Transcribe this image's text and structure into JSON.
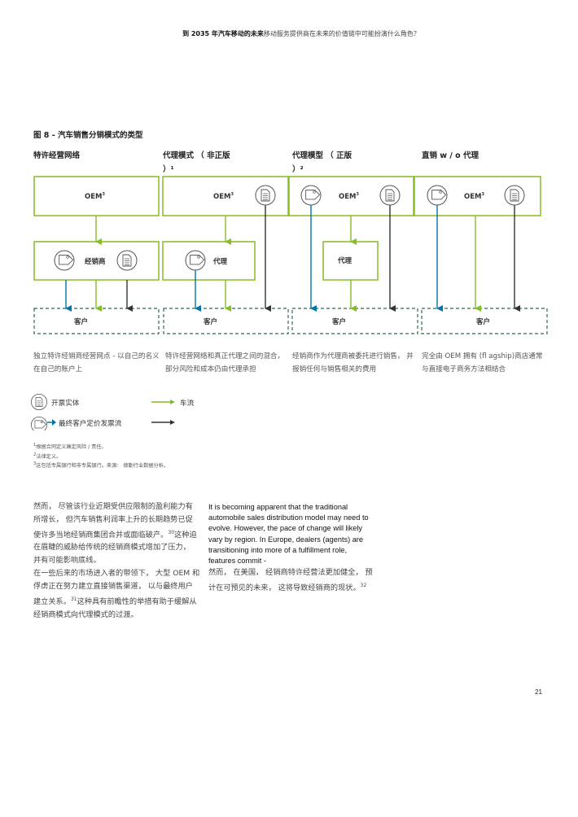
{
  "header": {
    "bold": "到 2035 年汽车移动的未来",
    "rest": "移动服务提供商在未来的价值链中可能扮演什么角色？"
  },
  "figure": {
    "title": "图 8 - 汽车销售分销模式的类型",
    "columns": [
      {
        "title": "特许经营网络",
        "title2": "",
        "desc": "独立特许经销商经营网点 - 以自己的名义在自己的账户上"
      },
      {
        "title": "代理模式 （ 非正版",
        "title2": "）¹",
        "desc": "特许经营网络和真正代理之间的混合， 部分风险和成本仍由代理承担"
      },
      {
        "title": "代理模型 （ 正版",
        "title2": "）²",
        "desc": "经销商作为代理商被委托进行销售， 并报销任何与销售相关的费用"
      },
      {
        "title": "直销 w / o 代理",
        "title2": "",
        "desc": "完全由 OEM 拥有 (fl agship)商店通常与直接电子商务方法相结合"
      }
    ],
    "oem_label": "OEM",
    "oem_sup": "3",
    "dealer_label": "经销商",
    "agent_label": "代理",
    "customer_label": "客户",
    "colors": {
      "green": "#86bc25",
      "blue": "#0076a8",
      "black": "#333333",
      "dash": "#2e6b4a"
    }
  },
  "legend": {
    "invoice_entity": "开票实体",
    "vehicle_flow": "车流",
    "price_invoice_flow": "最终客户定价发票流"
  },
  "footnotes": [
    {
      "num": "1",
      "text": "根据合同定义确定风险 / 责任。"
    },
    {
      "num": "2",
      "text": "法律定义。"
    },
    {
      "num": "3",
      "text": "这包括专属银行和非专属银行。来源： 德勤行业数据分析。"
    }
  ],
  "body": {
    "left_p1": "然而， 尽管该行业近期受供应限制的盈利能力有所增长， 但汽车销售利润率上升的长期趋势已促使许多当地经销商集团合并或面临破产。",
    "left_ref1": "30",
    "left_p1b": "这种迫在眉睫的威胁给传统的经销商模式增加了压力， 并有可能影响底线。",
    "left_p2": "在一些后来的市场进入者的带领下， 大型 OEM 和俘虏正在努力建立直接销售渠道， 以与最终用户建立关系。",
    "left_ref2": "31",
    "left_p2b": "这种具有前瞻性的举措有助于缓解从经销商模式向代理模式的过渡。",
    "right_en": "It is becoming apparent that the traditional automobile sales distribution model may need to evolve. However, the pace of change will likely vary by region. In Europe, dealers (agents) are transitioning into more of a fulfillment role, features commit -",
    "right_cn": "然而， 在美国， 经销商特许经营法更加健全， 预计在可预见的未来， 这将导致经销商的现状。",
    "right_ref": "32"
  },
  "page_number": "21"
}
